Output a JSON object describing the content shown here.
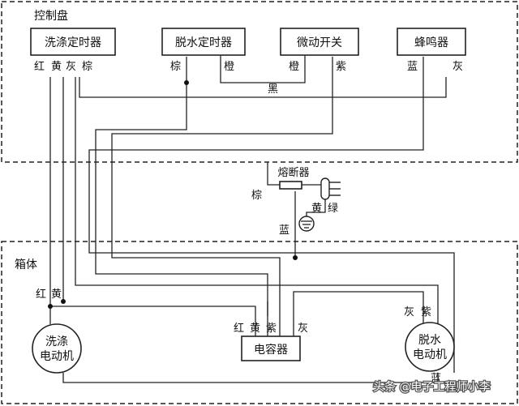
{
  "sections": {
    "control_panel": "控制盘",
    "cabinet": "箱体"
  },
  "components": {
    "wash_timer": "洗涤定时器",
    "spin_timer": "脱水定时器",
    "micro_switch": "微动开关",
    "buzzer": "蜂鸣器",
    "capacitor": "电容器",
    "fuse": "熔断器",
    "wash_motor_line1": "洗涤",
    "wash_motor_line2": "电动机",
    "spin_motor_line1": "脱水",
    "spin_motor_line2": "电动机"
  },
  "wire_labels": {
    "wash_timer_red": "红",
    "wash_timer_yellow": "黄",
    "wash_timer_gray": "灰",
    "wash_timer_brown": "棕",
    "spin_timer_brown": "棕",
    "spin_timer_orange": "橙",
    "micro_orange": "橙",
    "micro_purple": "紫",
    "buzzer_blue": "蓝",
    "buzzer_gray": "灰",
    "black": "黑",
    "plug_brown": "棕",
    "plug_yellow": "黄",
    "plug_green": "绿",
    "plug_blue": "蓝",
    "motor_red": "红",
    "motor_yellow": "黄",
    "cap_red": "红",
    "cap_yellow": "黄",
    "cap_purple": "紫",
    "cap_gray": "灰",
    "spin_gray": "灰",
    "spin_purple": "紫",
    "spin_blue": "蓝"
  },
  "watermark": "头条 @电子工程师小李"
}
